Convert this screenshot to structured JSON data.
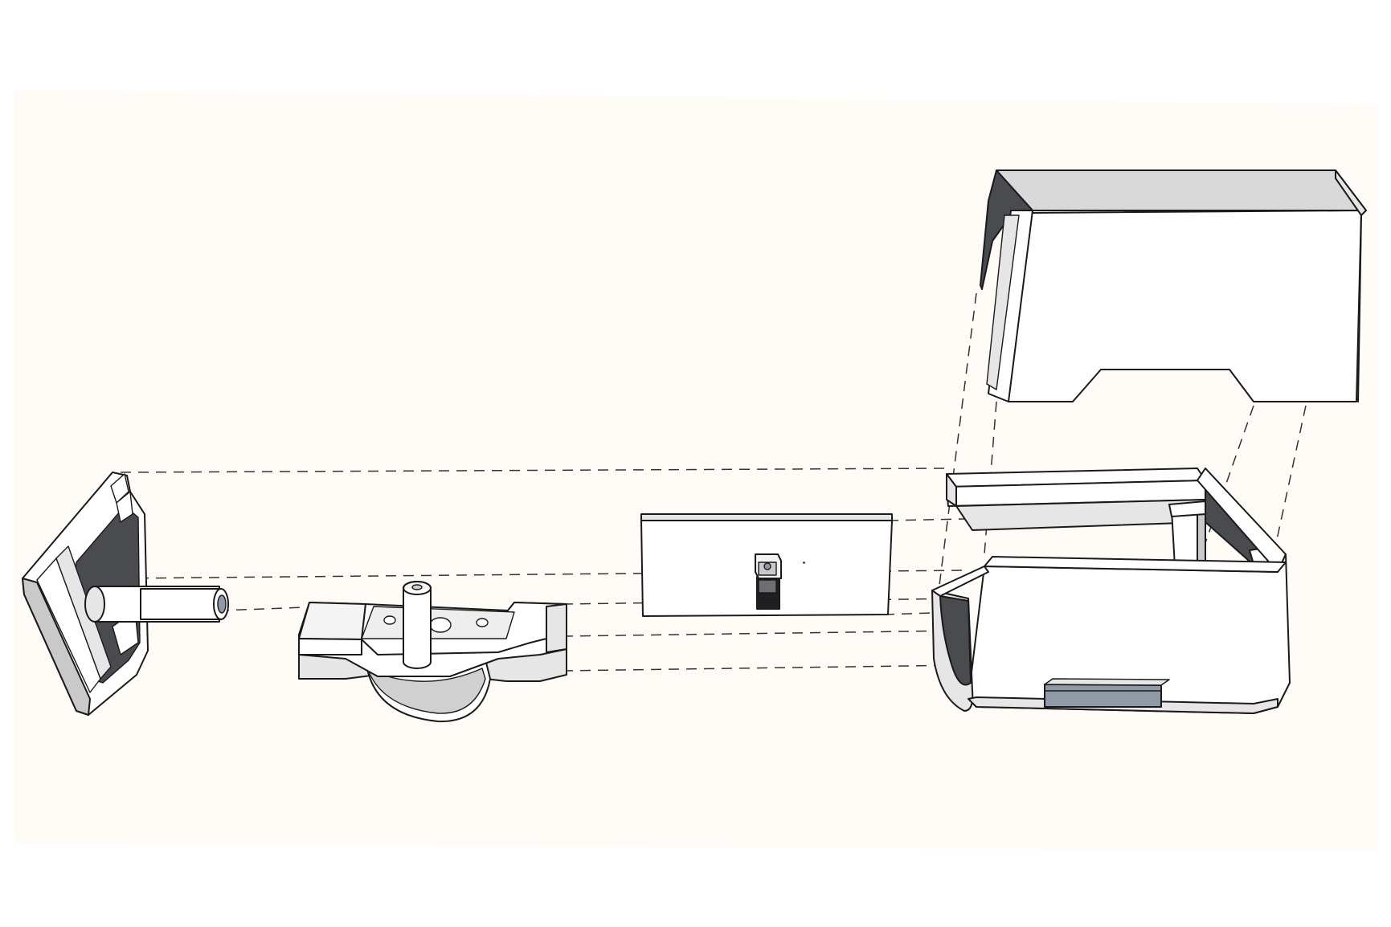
{
  "scene": {
    "background_color": "#fffcf7",
    "canvas_color": "#ffffff",
    "face_light": "#ffffff",
    "face_mid": "#e6e6e6",
    "face_shadow": "#c9c9c9",
    "face_dark": "#4a4b4f",
    "face_glass": "#8f9aa6",
    "line_color": "#1a1a1a"
  },
  "parts": [
    {
      "name": "end-cap-with-spout",
      "view": "exploded"
    },
    {
      "name": "pivot-bracket-with-post",
      "view": "exploded"
    },
    {
      "name": "switch-plate",
      "view": "exploded"
    },
    {
      "name": "enclosure-lid",
      "view": "exploded"
    },
    {
      "name": "enclosure-base",
      "view": "exploded"
    }
  ]
}
